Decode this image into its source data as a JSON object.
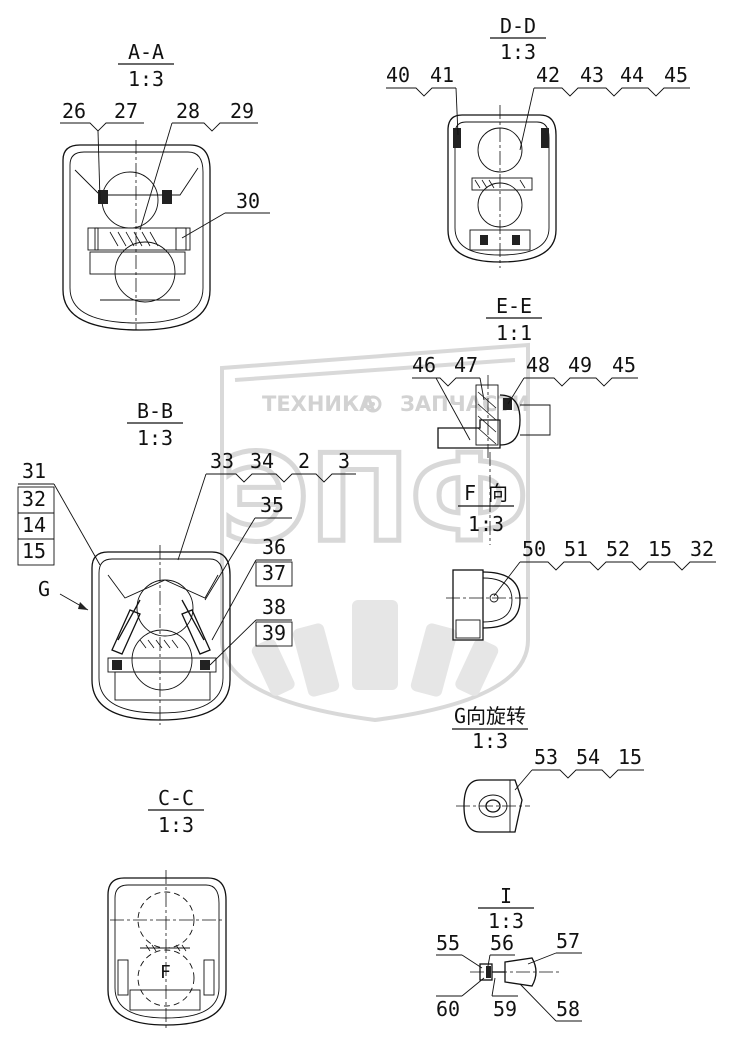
{
  "watermark": {
    "line1": "ТЕХНИКА",
    "line2": "ЗАПЧАСТИ",
    "logo": "ЭПФ",
    "gear_icon": "gear-icon"
  },
  "views": {
    "aa": {
      "title": "A-A",
      "scale": "1:3",
      "callouts": [
        "26",
        "27",
        "28",
        "29",
        "30"
      ]
    },
    "dd": {
      "title": "D-D",
      "scale": "1:3",
      "callouts": [
        "40",
        "41",
        "42",
        "43",
        "44",
        "45"
      ]
    },
    "ee": {
      "title": "E-E",
      "scale": "1:1",
      "callouts": [
        "46",
        "47",
        "48",
        "49",
        "45"
      ]
    },
    "bb": {
      "title": "B-B",
      "scale": "1:3",
      "callouts": [
        "31",
        "32",
        "14",
        "15",
        "33",
        "34",
        "2",
        "3",
        "35",
        "36",
        "37",
        "38",
        "39"
      ],
      "arrow_label": "G"
    },
    "f": {
      "title": "F 向",
      "scale": "1:3",
      "callouts": [
        "50",
        "51",
        "52",
        "15",
        "32"
      ]
    },
    "g": {
      "title": "G向旋转",
      "scale": "1:3",
      "callouts": [
        "53",
        "54",
        "15"
      ]
    },
    "cc": {
      "title": "C-C",
      "scale": "1:3",
      "marker": "F"
    },
    "i": {
      "title": "I",
      "scale": "1:3",
      "callouts": [
        "55",
        "56",
        "57",
        "60",
        "59",
        "58"
      ]
    }
  }
}
